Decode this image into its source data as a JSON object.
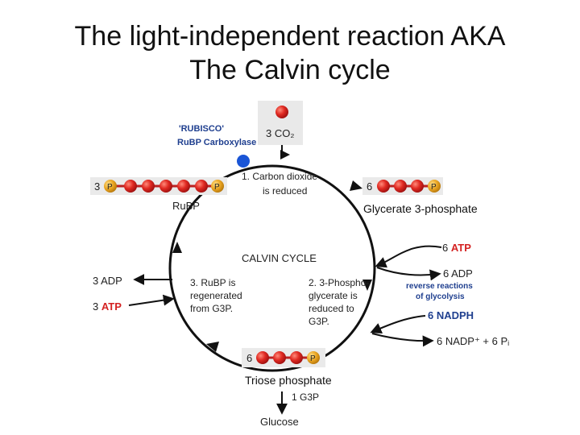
{
  "title": {
    "line1": "The light-independent reaction AKA",
    "line2": "The Calvin cycle"
  },
  "diagram": {
    "rubisco": "'RUBISCO'",
    "rubp_carboxylase": "RuBP Carboxylase",
    "co2": "3 CO₂",
    "step1_line1": "1. Carbon dioxide",
    "step1_line2": "is reduced",
    "rubp_count": "3",
    "g3p_six_count": "6",
    "rubp_label": "RuBP",
    "center_label": "CALVIN CYCLE",
    "step3_line1": "3. RuBP is",
    "step3_line2": "regenerated",
    "step3_line3": "from G3P.",
    "step2_line1": "2. 3-Phospho-",
    "step2_line2": "glycerate is",
    "step2_line3": "reduced to",
    "step2_line4": "G3P.",
    "atp_in_count": "6",
    "atp_in_word": "ATP",
    "adp_out": "6 ADP",
    "reverse_line1": "reverse reactions",
    "reverse_line2": "of glycolysis",
    "nadph": "6 NADPH",
    "nadp_out": "6 NADP⁺ + 6 Pᵢ",
    "adp3": "3 ADP",
    "atp3_count": "3",
    "atp3_word": "ATP",
    "triose_count": "6",
    "g3p_out": "1 G3P",
    "glucose": "Glucose",
    "phosphate_symbol": "P"
  },
  "overlay_labels": {
    "glycerate": "Glycerate 3-phosphate",
    "triose": "Triose phosphate"
  },
  "colors": {
    "carbon_ball": "#d42222",
    "phosphate": "#e9a21b",
    "enzyme": "#1a55d6",
    "reverse_text": "#1f3f8f"
  }
}
